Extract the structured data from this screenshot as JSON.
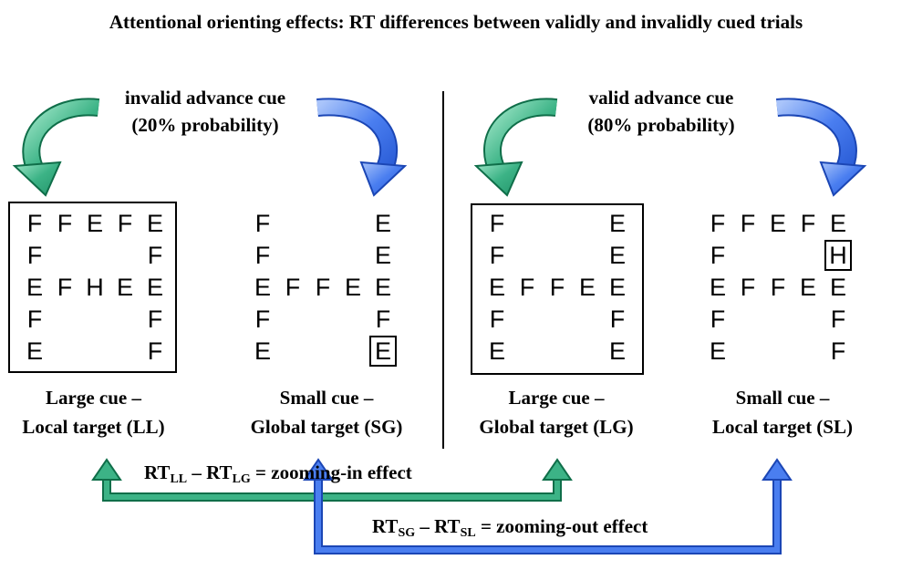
{
  "title": "Attentional orienting effects: RT differences between validly and invalidly cued trials",
  "left_cue": {
    "line1": "invalid advance cue",
    "line2": "(20% probability)"
  },
  "right_cue": {
    "line1": "valid advance cue",
    "line2": "(80% probability)"
  },
  "panels": [
    {
      "label1": "Large cue –",
      "label2": "Local target (LL)",
      "rows": [
        [
          "F",
          "F",
          "E",
          "F",
          "E"
        ],
        [
          "F",
          "",
          "",
          "",
          "F"
        ],
        [
          "E",
          "F",
          "H",
          "E",
          "E"
        ],
        [
          "F",
          "",
          "",
          "",
          "F"
        ],
        [
          "E",
          "",
          "",
          "",
          "F"
        ]
      ]
    },
    {
      "label1": "Small cue –",
      "label2": "Global target (SG)",
      "rows": [
        [
          "F",
          "",
          "",
          "",
          "E"
        ],
        [
          "F",
          "",
          "",
          "",
          "E"
        ],
        [
          "E",
          "F",
          "F",
          "E",
          "E"
        ],
        [
          "F",
          "",
          "",
          "",
          "F"
        ],
        [
          "E",
          "",
          "",
          "",
          "E"
        ]
      ]
    },
    {
      "label1": "Large cue –",
      "label2": "Global target (LG)",
      "rows": [
        [
          "F",
          "",
          "",
          "",
          "E"
        ],
        [
          "F",
          "",
          "",
          "",
          "E"
        ],
        [
          "E",
          "F",
          "F",
          "E",
          "E"
        ],
        [
          "F",
          "",
          "",
          "",
          "F"
        ],
        [
          "E",
          "",
          "",
          "",
          "E"
        ]
      ]
    },
    {
      "label1": "Small cue –",
      "label2": "Local target (SL)",
      "rows": [
        [
          "F",
          "F",
          "E",
          "F",
          "E"
        ],
        [
          "F",
          "",
          "",
          "",
          "H"
        ],
        [
          "E",
          "F",
          "F",
          "E",
          "E"
        ],
        [
          "F",
          "",
          "",
          "",
          "F"
        ],
        [
          "E",
          "",
          "",
          "",
          "F"
        ]
      ]
    }
  ],
  "effects": {
    "zoom_in": {
      "rt": "RT",
      "sub1": "LL",
      "minus": "–",
      "sub2": "LG",
      "rest": "=  zooming-in  effect"
    },
    "zoom_out": {
      "rt": "RT",
      "sub1": "SG",
      "minus": "–",
      "sub2": "SL",
      "rest": "= zooming-out  effect"
    }
  },
  "colors": {
    "green": "#2ea87a",
    "green_light": "#7fd9b5",
    "blue": "#3a6fe8",
    "blue_light": "#8fb2f7"
  }
}
